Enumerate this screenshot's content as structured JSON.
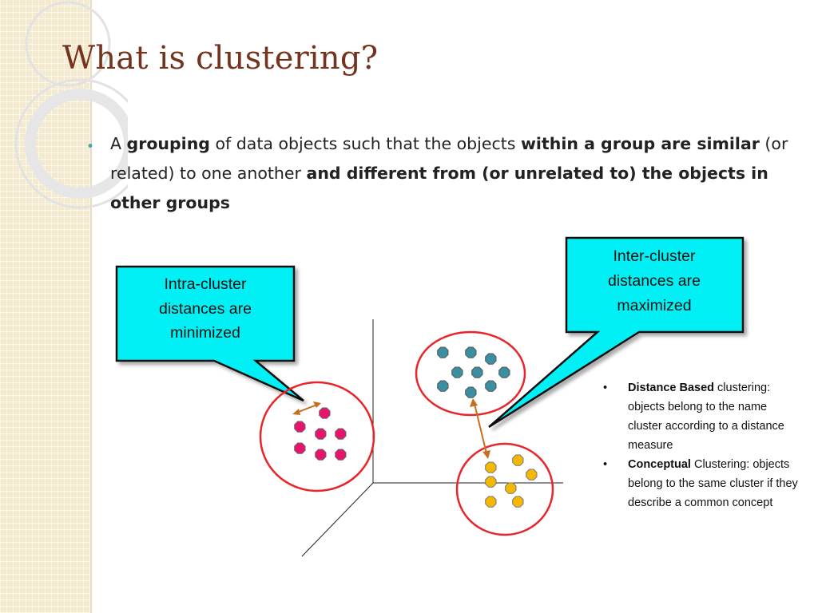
{
  "slide": {
    "title": "What is clustering?",
    "bullet": {
      "p1": "A ",
      "b1": "grouping",
      "p2": " of data objects such that the objects ",
      "b2": "within a group are similar",
      "p3": " (or related) to one another ",
      "b3": "and different from (or unrelated to) the objects in other groups"
    }
  },
  "callouts": {
    "intra": [
      "Intra-cluster",
      "distances are",
      "minimized"
    ],
    "inter": [
      "Inter-cluster",
      "distances are",
      "maximized"
    ]
  },
  "notes": [
    {
      "bold": "Distance Based",
      "text": " clustering: objects belong to the name cluster according to a distance measure"
    },
    {
      "bold": "Conceptual",
      "text": " Clustering: objects belong to the same cluster if they describe a common concept"
    }
  ],
  "colors": {
    "title": "#73331d",
    "callout_fill": "#00f0f5",
    "cluster_ring": "#e8252a",
    "cluster_pink": "#e8146b",
    "cluster_teal": "#3a8fa3",
    "cluster_yellow": "#f5b800",
    "distance_arrow": "#c86f1d"
  }
}
